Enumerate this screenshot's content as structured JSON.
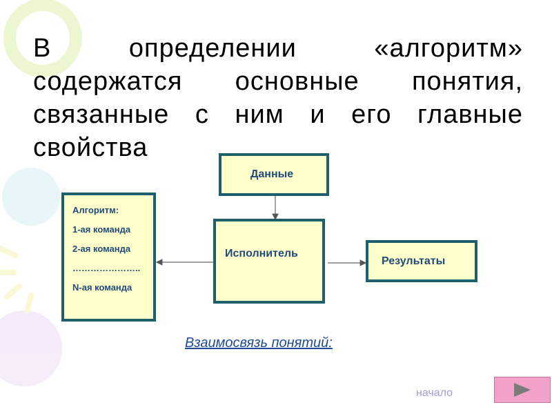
{
  "title": "В определении «алгоритм» содержатся основные понятия, связанные с ним и его главные свойства",
  "diagram": {
    "data_box": "Данные",
    "executor_box": "Исполнитель",
    "results_box": "Результаты",
    "algorithm_box": [
      "Алгоритм:",
      "1-ая команда",
      "2-ая команда",
      "…………………..",
      "N-ая команда"
    ]
  },
  "caption": "Взаимосвязь понятий:",
  "nav": {
    "start_label": "начало",
    "next_icon": "play-triangle-icon"
  },
  "colors": {
    "box_fill": "#ffffcc",
    "box_border": "#1f5f6b",
    "text_blue": "#1f4a7a",
    "nav_pink": "#f2a2c8"
  }
}
